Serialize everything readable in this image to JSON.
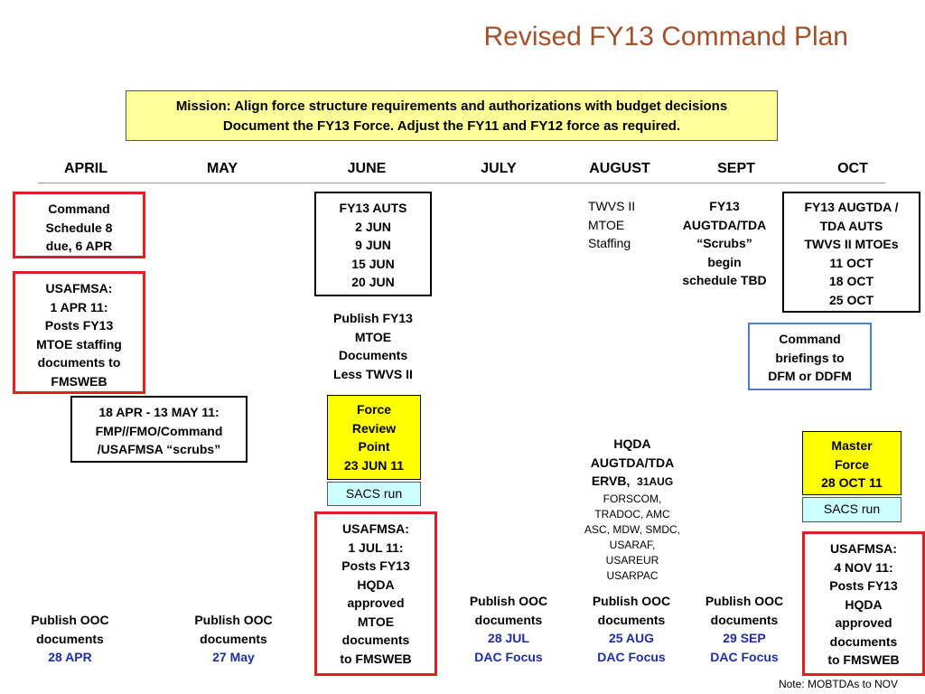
{
  "title": "Revised FY13 Command Plan",
  "mission": {
    "line1": "Mission:  Align force structure requirements and authorizations with budget decisions",
    "line2": "Document the FY13 Force.  Adjust the FY11 and FY12 force as required."
  },
  "months": [
    "APRIL",
    "MAY",
    "JUNE",
    "JULY",
    "AUGUST",
    "SEPT",
    "OCT"
  ],
  "april": {
    "command_schedule": [
      "Command",
      "Schedule 8",
      "due, 6 APR"
    ],
    "usafmsa": [
      "USAFMSA:",
      "1 APR 11:",
      "Posts FY13",
      "MTOE staffing",
      "documents to",
      "FMSWEB"
    ],
    "publish": [
      "Publish OOC",
      "documents"
    ],
    "publish_date": "28 APR"
  },
  "scrubs": [
    "18 APR - 13 MAY 11:",
    "FMP//FMO/Command",
    "/USAFMSA “scrubs”"
  ],
  "may": {
    "publish": [
      "Publish OOC",
      "documents"
    ],
    "publish_date": "27 May"
  },
  "june": {
    "auts": [
      "FY13 AUTS",
      "2 JUN",
      "9 JUN",
      "15 JUN",
      "20  JUN"
    ],
    "publish_mtoe": [
      "Publish FY13",
      "MTOE",
      "Documents",
      "Less TWVS II"
    ],
    "force_review": [
      "Force",
      "Review",
      "Point",
      "23 JUN 11"
    ],
    "sacs": "SACS run",
    "usafmsa": [
      "USAFMSA:",
      "1 JUL 11:",
      "Posts FY13",
      "HQDA",
      "approved",
      "MTOE",
      "documents",
      "to FMSWEB"
    ]
  },
  "july": {
    "publish": [
      "Publish OOC",
      "documents"
    ],
    "publish_date": "28 JUL",
    "focus": "DAC Focus"
  },
  "august": {
    "twvs": [
      "TWVS II",
      "MTOE",
      "Staffing"
    ],
    "hqda_a": "HQDA",
    "hqda_b": "AUGTDA/TDA",
    "hqda_c": "ERVB,",
    "hqda_date": "31AUG",
    "commands": [
      "FORSCOM,",
      "TRADOC, AMC",
      "ASC, MDW, SMDC,",
      "USARAF,",
      "USAREUR",
      "USARPAC"
    ],
    "publish": [
      "Publish OOC",
      "documents"
    ],
    "publish_date": "25  AUG",
    "focus": "DAC Focus"
  },
  "sept": {
    "scrubs": [
      "FY13",
      "AUGTDA/TDA",
      "“Scrubs”",
      "begin",
      "schedule TBD"
    ],
    "briefings": [
      "Command",
      "briefings to",
      "DFM or DDFM"
    ],
    "publish": [
      "Publish OOC",
      "documents"
    ],
    "publish_date": "29 SEP",
    "focus": "DAC Focus"
  },
  "oct": {
    "augtda": [
      "FY13 AUGTDA /",
      "TDA AUTS",
      "TWVS II MTOEs",
      "11 OCT",
      "18 OCT",
      "25 OCT"
    ],
    "master_force": [
      "Master",
      "Force",
      "28 OCT 11"
    ],
    "sacs": "SACS run",
    "usafmsa": [
      "USAFMSA:",
      "4 NOV 11:",
      "Posts FY13",
      "HQDA",
      "approved",
      "documents",
      "to FMSWEB"
    ]
  },
  "note": "Note: MOBTDAs to NOV"
}
